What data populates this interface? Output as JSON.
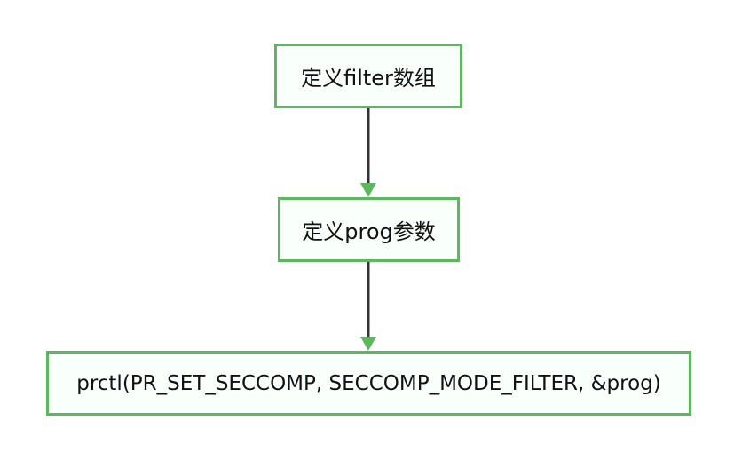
{
  "diagram": {
    "nodes": [
      {
        "id": "n1",
        "label": "定义filter数组"
      },
      {
        "id": "n2",
        "label": "定义prog参数"
      },
      {
        "id": "n3",
        "label": "prctl(PR_SET_SECCOMP, SECCOMP_MODE_FILTER, &prog)"
      }
    ],
    "edges": [
      {
        "from": "n1",
        "to": "n2"
      },
      {
        "from": "n2",
        "to": "n3"
      }
    ],
    "colors": {
      "node_border": "#5cb85c",
      "node_fill": "#f9fffb",
      "edge_line": "#333333",
      "arrow_head": "#5cb85c"
    }
  }
}
